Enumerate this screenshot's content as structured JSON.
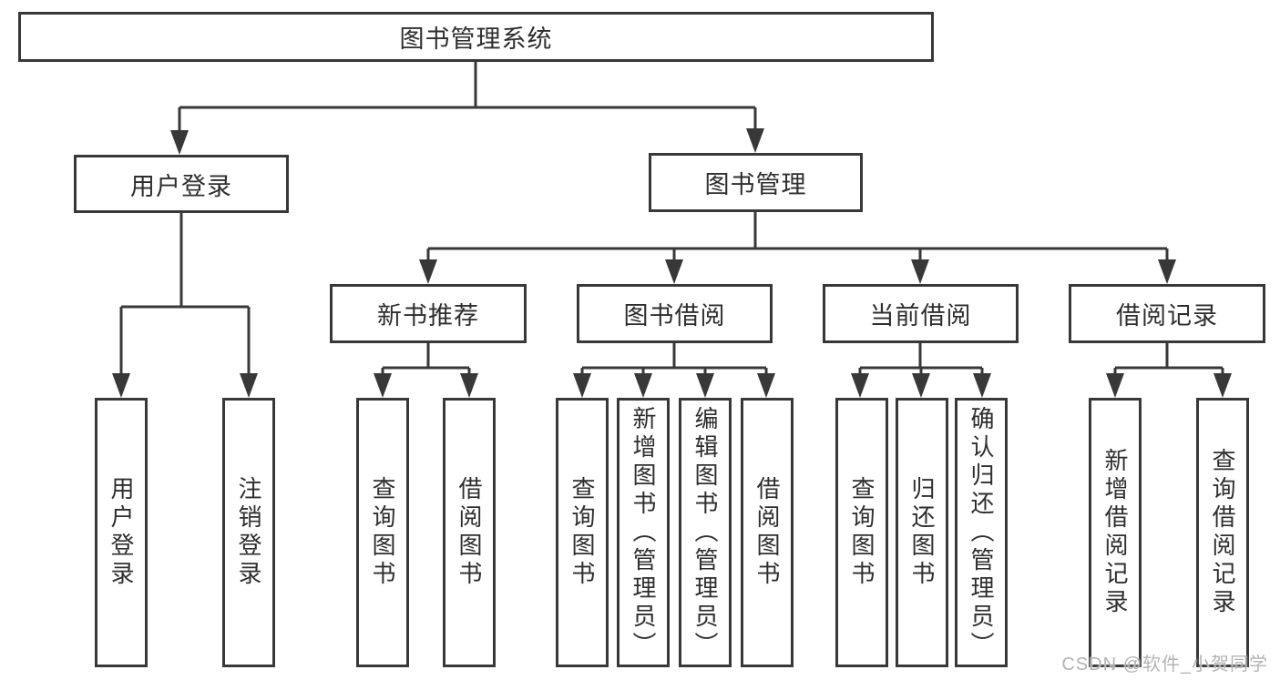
{
  "diagram_title": "图书管理系统",
  "colors": {
    "line": "#383838",
    "box_border": "#383838",
    "box_background": "#ffffff",
    "text": "#2e2e2e",
    "watermark": "#b3b3b3"
  },
  "nodes": {
    "root": "图书管理系统",
    "user_login_branch": {
      "label": "用户登录",
      "children": [
        "用户登录",
        "注销登录"
      ]
    },
    "book_mgmt_branch": {
      "label": "图书管理",
      "children": [
        {
          "label": "新书推荐",
          "children": [
            "查询图书",
            "借阅图书"
          ]
        },
        {
          "label": "图书借阅",
          "children": [
            "查询图书",
            "新增图书（管理员）",
            "编辑图书（管理员）",
            "借阅图书"
          ]
        },
        {
          "label": "当前借阅",
          "children": [
            "查询图书",
            "归还图书",
            "确认归还（管理员）"
          ]
        },
        {
          "label": "借阅记录",
          "children": [
            "新增借阅记录",
            "查询借阅记录"
          ]
        }
      ]
    }
  },
  "watermark": "CSDN @软件_小贺同学"
}
